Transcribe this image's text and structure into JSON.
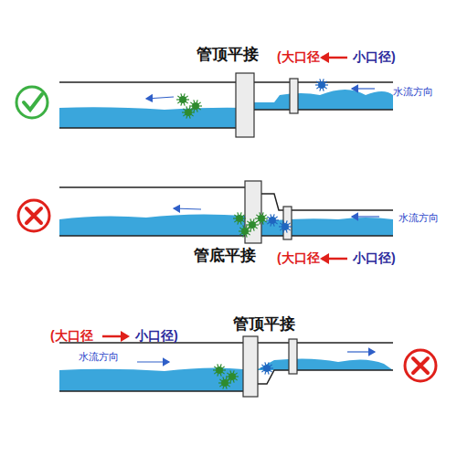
{
  "diagram": {
    "labels": [
      "管顶平接",
      "(大口径",
      "小口径)",
      "水流方向",
      "管底平接",
      "(大口径",
      "小口径)",
      "水流方向",
      "管顶平接",
      "(大口径",
      "小口径)",
      "水流方向"
    ]
  }
}
